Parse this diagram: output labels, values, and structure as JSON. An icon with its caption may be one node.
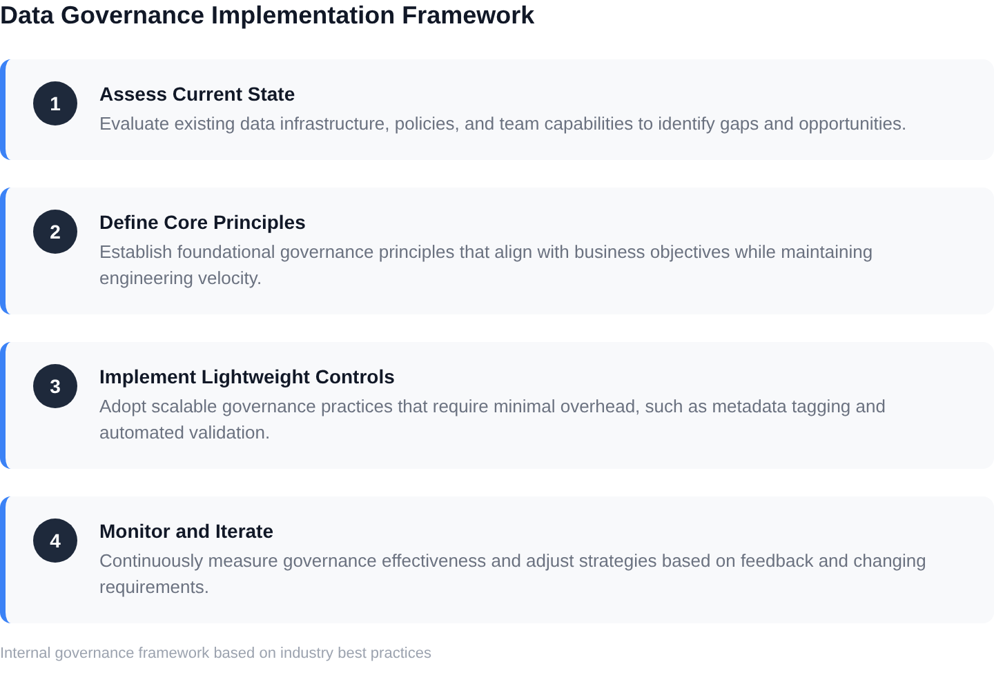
{
  "diagram": {
    "title": "Data Governance Implementation Framework",
    "nodes": [
      {
        "text": [
          "Assess Current State",
          "Evaluate existing data infrastructure, policies, and team capabilities to identify gaps and opportunities."
        ]
      },
      {
        "text": [
          "1"
        ],
        "in": 0
      },
      {
        "text": [
          "Define Core Principles",
          "Establish foundational governance principles that align with business objectives while maintaining engineering velocity."
        ]
      },
      {
        "text": [
          "2"
        ],
        "in": 2
      },
      {
        "text": [
          "Implement Lightweight Controls",
          "Adopt scalable governance practices that require minimal overhead, such as metadata tagging and automated validation."
        ]
      },
      {
        "text": [
          "3"
        ],
        "in": 4
      },
      {
        "text": [
          "Monitor and Iterate",
          "Continuously measure governance effectiveness and adjust strategies based on feedback and changing requirements."
        ]
      },
      {
        "text": [
          "4"
        ],
        "in": 6
      }
    ],
    "caption": "Internal governance framework based on industry best practices"
  }
}
